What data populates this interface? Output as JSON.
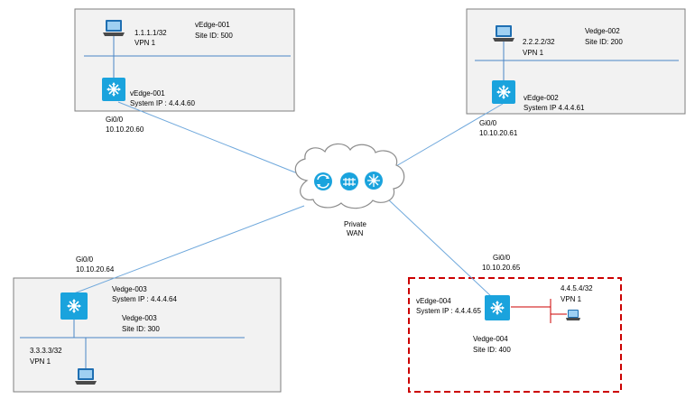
{
  "colors": {
    "site_box_fill": "#f2f2f2",
    "site_box_stroke": "#7f7f7f",
    "wan_link": "#6fa8dc",
    "lan_line": "#4a86c6",
    "router_fill": "#1aa3dd",
    "highlight_border": "#cc0000",
    "laptop": "#1f6fb2"
  },
  "wan": {
    "label_line1": "Private",
    "label_line2": "WAN"
  },
  "sites": {
    "site1": {
      "host_ip": "1.1.1.1/32",
      "host_vpn": "VPN 1",
      "site_name": "vEdge-001",
      "site_id": "Site ID: 500",
      "router_name": "vEdge-001",
      "system_ip": "System IP : 4.4.4.60",
      "iface": "Gi0/0",
      "iface_ip": "10.10.20.60"
    },
    "site2": {
      "host_ip": "2.2.2.2/32",
      "host_vpn": "VPN 1",
      "site_name": "Vedge-002",
      "site_id": "Site ID: 200",
      "router_name": "vEdge-002",
      "system_ip": "System IP 4.4.4.61",
      "iface": "Gi0/0",
      "iface_ip": "10.10.20.61"
    },
    "site3": {
      "router_name": "Vedge-003",
      "system_ip": "System IP : 4.4.4.64",
      "site_name": "Vedge-003",
      "site_id": "Site ID: 300",
      "host_ip": "3.3.3.3/32",
      "host_vpn": "VPN 1",
      "iface": "Gi0/0",
      "iface_ip": "10.10.20.64"
    },
    "site4": {
      "router_name": "vEdge-004",
      "system_ip": "System IP : 4.4.4.65",
      "host_ip": "4.4.5.4/32",
      "host_vpn": "VPN 1",
      "site_name": "Vedge-004",
      "site_id": "Site ID: 400",
      "iface": "Gi0/0",
      "iface_ip": "10.10.20.65"
    }
  }
}
